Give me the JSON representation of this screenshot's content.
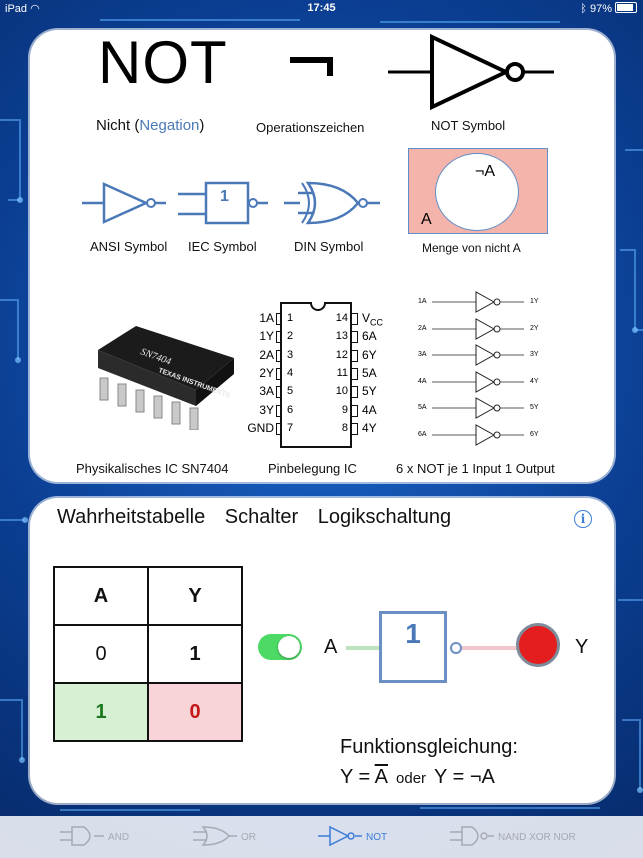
{
  "status": {
    "device": "iPad",
    "time": "17:45",
    "battery": "97%"
  },
  "top": {
    "title": "NOT",
    "nicht": "Nicht (",
    "negation": "Negation",
    "nicht_close": ")",
    "operator_symbol": "¬",
    "operator_label": "Operationszeichen",
    "not_symbol_label": "NOT Symbol",
    "ansi_label": "ANSI Symbol",
    "iec_label": "IEC Symbol",
    "iec_gate_text": "1",
    "din_label": "DIN Symbol",
    "set_label": "Menge von nicht A",
    "set_not_a": "¬A",
    "set_a": "A",
    "ic_chip_text": "SN7404",
    "ic_brand": "TEXAS INSTRUMENTS",
    "ic_label": "Physikalisches IC SN7404",
    "pinout_label": "Pinbelegung IC",
    "pins_left": [
      "1A",
      "1Y",
      "2A",
      "2Y",
      "3A",
      "3Y",
      "GND"
    ],
    "pins_left_num": [
      "1",
      "2",
      "3",
      "4",
      "5",
      "6",
      "7"
    ],
    "pins_right": [
      "VCC",
      "6A",
      "6Y",
      "5A",
      "5Y",
      "4A",
      "4Y"
    ],
    "pins_right_num": [
      "14",
      "13",
      "12",
      "11",
      "10",
      "9",
      "8"
    ],
    "six_inputs": [
      "1A",
      "2A",
      "3A",
      "4A",
      "5A",
      "6A"
    ],
    "six_outputs": [
      "1Y",
      "2Y",
      "3Y",
      "4Y",
      "5Y",
      "6Y"
    ],
    "six_label": "6 x NOT je 1 Input 1 Output"
  },
  "bottom": {
    "tabs": [
      "Wahrheitstabelle",
      "Schalter",
      "Logikschaltung"
    ],
    "info_icon": "i",
    "table": {
      "headers": [
        "A",
        "Y"
      ],
      "rows": [
        [
          "0",
          "1"
        ],
        [
          "1",
          "0"
        ]
      ]
    },
    "switch_on": true,
    "input_label": "A",
    "gate_text": "1",
    "output_label": "Y",
    "formula_title": "Funktionsgleichung:",
    "formula_left": "Y = ",
    "formula_a": "A",
    "formula_or": "oder",
    "formula_right": "Y = ¬A"
  },
  "tabbar": {
    "items": [
      {
        "label": "AND",
        "active": false
      },
      {
        "label": "OR",
        "active": false
      },
      {
        "label": "NOT",
        "active": true
      },
      {
        "label": "NAND XOR NOR",
        "active": false
      }
    ]
  },
  "colors": {
    "accent": "#3b7dd8",
    "gate_blue": "#4b79b8",
    "switch_green": "#4cd964",
    "lamp_red": "#e41e1e",
    "set_bg": "#f4b3ab"
  }
}
